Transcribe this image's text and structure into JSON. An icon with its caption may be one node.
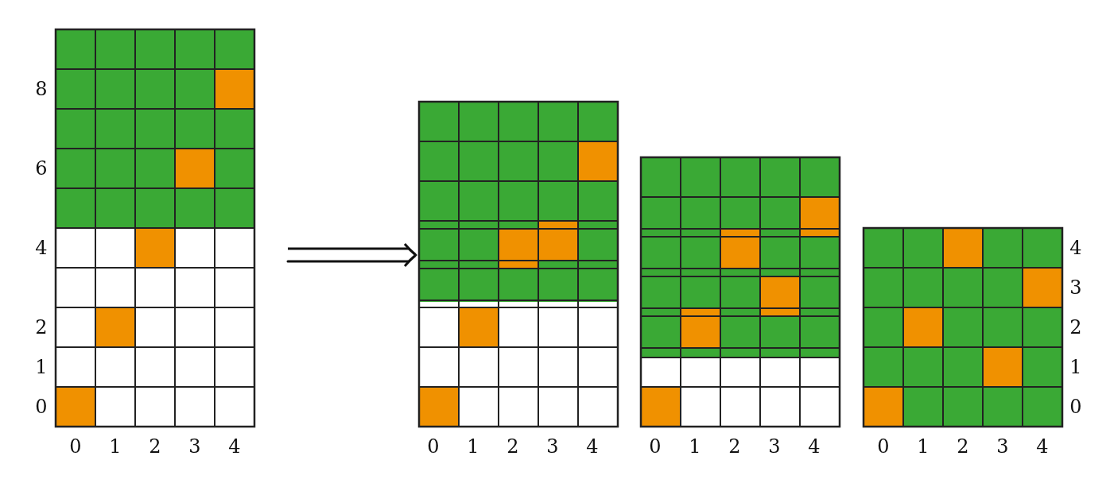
{
  "diagram": {
    "nodes": [
      {
        "text": [],
        "shape": "grid"
      },
      {
        "text": [],
        "shape": "grid"
      },
      {
        "text": [],
        "shape": "grid"
      },
      {
        "text": [],
        "shape": "grid"
      }
    ],
    "edges": [
      {
        "from": 0,
        "to": 1,
        "arrow": "to"
      }
    ],
    "labels": [
      "8",
      "6",
      "4",
      "2",
      "1",
      "0",
      "0",
      "1",
      "2",
      "3",
      "4",
      "0",
      "1",
      "2",
      "3",
      "4",
      "0",
      "1",
      "2",
      "3",
      "4",
      "4",
      "3",
      "2",
      "1",
      "0",
      "0",
      "1",
      "2",
      "3",
      "4"
    ]
  }
}
